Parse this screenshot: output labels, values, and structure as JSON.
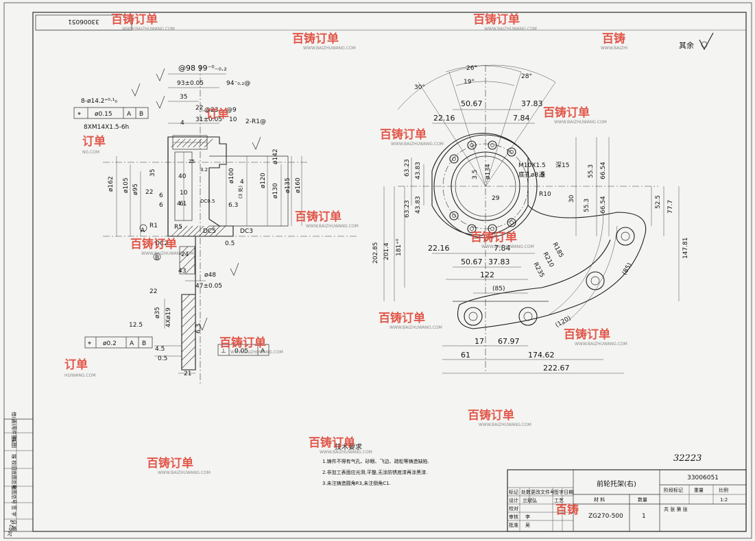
{
  "drawing": {
    "number_top": "33006051",
    "surface_note": "其余",
    "handwritten_code": "32223",
    "handwritten_date": "2002.7"
  },
  "watermark": {
    "brand": "百铸订单",
    "url": "WWW.BAIZHUWANG.COM",
    "partial_brand": "百铸",
    "partial_brand2": "订单",
    "partial_url": "HUIWANG.COM",
    "partial_url2": "NG.COM",
    "partial_url3": "WWW.BAIZHI"
  },
  "section_view": {
    "dims": [
      "@98 99⁻⁰₋₀.₂",
      "93±0.05",
      "94⁻₀.₂@",
      "35",
      "22",
      "@23",
      "@9",
      "31±0.05",
      "10",
      "2-R1@",
      "4",
      "8-ø14.2⁺⁰·¹₀",
      "8XM14X1.5-6h",
      "ø162",
      "ø105",
      "ø95",
      "35",
      "22",
      "6",
      "40",
      "10",
      "6",
      "4.1",
      "R1",
      "R5",
      "DC0.5",
      "DC5",
      "DC3",
      "DC2",
      "0.5",
      "24",
      "43",
      "B",
      "ø48",
      "47±0.05",
      "22",
      "ø35",
      "4Xø19",
      "12.5",
      "4.5",
      "0.5",
      "21",
      "6.3",
      "ø100",
      "(3 处)",
      "ø120",
      "ø130",
      "ø142",
      "ø135",
      "ø160",
      "3.2",
      "6.3",
      "A",
      "6",
      "4",
      "Z5"
    ],
    "gdt1": {
      "sym": "⌖",
      "tol": "ø0.15",
      "d1": "A",
      "d2": "B"
    },
    "gdt2": {
      "sym": "⌖",
      "tol": "ø0.2",
      "d1": "A",
      "d2": "B"
    },
    "gdt3": {
      "sym": "⊥",
      "tol": "0.05",
      "d1": "A"
    }
  },
  "plan_view": {
    "dims": [
      "26°",
      "28°",
      "19°",
      "30°",
      "50.67",
      "37.83",
      "22.16",
      "7.84",
      "63.23",
      "43.83",
      "63.23",
      "43.83",
      "M10X1.5",
      "深15",
      "底孔ø8.5",
      "通",
      "55.3",
      "66.54",
      "30",
      "55.3",
      "66.54",
      "52.5",
      "77.7",
      "147.81",
      "ø134",
      "3.5",
      "29",
      "R10",
      "R185",
      "R210",
      "R235",
      "202.85",
      "201.4",
      "181⁺⁰",
      "22.16",
      "7.84",
      "50.67",
      "37.83",
      "122",
      "(85)",
      "(85)",
      "(120)",
      "17",
      "67.97",
      "61",
      "174.62",
      "222.67"
    ]
  },
  "tech_req": {
    "title": "技术要求",
    "items": [
      "1.铸件不得有气孔、砂眼、飞边、疏松等铸造缺陷.",
      "2.非加工表面应光滑,平整,无涂防锈底漆再涂黑漆.",
      "3.未注铸造圆角R3,未注倒角C1."
    ]
  },
  "title_block": {
    "part_name": "前轮托架(右)",
    "drawing_no": "33006051",
    "material": "ZG270-500",
    "quantity": "1",
    "scale": "1:2",
    "headers": {
      "stage": "阶段标记",
      "weight": "重量",
      "scale": "比例",
      "sheets": "共 张 第 张",
      "material": "材 料",
      "count": "数量"
    },
    "left_rows": [
      "标记",
      "处数",
      "更改文件号",
      "签字",
      "日期",
      "设计",
      "工艺",
      "校对",
      "审核",
      "批准"
    ],
    "signatures": [
      "兰斌弘",
      "李",
      "吴"
    ]
  },
  "side_strip": {
    "labels": [
      "借(通)用件登记",
      "描 图",
      "描 校",
      "旧底图总号",
      "底图总号",
      "签 字",
      "日 期"
    ]
  }
}
